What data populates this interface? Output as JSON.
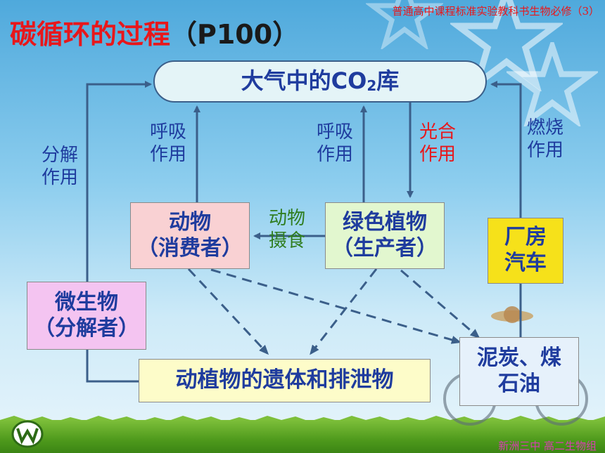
{
  "header": {
    "title": "碳循环的过程",
    "page_ref": "（P100）",
    "source_note": "普通高中课程标准实验教科书生物必修（3）"
  },
  "nodes": {
    "atmosphere": {
      "prefix": "大气中的CO",
      "sub": "2",
      "suffix": "库"
    },
    "animals": {
      "line1": "动物",
      "line2": "（消费者）"
    },
    "plants": {
      "line1": "绿色植物",
      "line2": "（生产者）"
    },
    "factory": {
      "line1": "厂房",
      "line2": "汽车"
    },
    "microbes": {
      "line1": "微生物",
      "line2": "（分解者）"
    },
    "remains": {
      "text": "动植物的遗体和排泄物"
    },
    "fossil": {
      "line1": "泥炭、煤",
      "line2": "石油"
    }
  },
  "edge_labels": {
    "decomposition": {
      "line1": "分解",
      "line2": "作用"
    },
    "animal_respiration": {
      "line1": "呼吸",
      "line2": "作用"
    },
    "plant_respiration": {
      "line1": "呼吸",
      "line2": "作用"
    },
    "photosynthesis": {
      "line1": "光合",
      "line2": "作用"
    },
    "combustion": {
      "line1": "燃烧",
      "line2": "作用"
    },
    "ingestion": {
      "line1": "动物",
      "line2": "摄食"
    }
  },
  "footer": {
    "school": "新洲三中 高二生物组"
  },
  "colors": {
    "title": "#e8171b",
    "label_blue": "#1f3c9e",
    "label_red": "#e8171b",
    "label_green": "#2f7d1f",
    "arrow": "#3b5f8a",
    "atmosphere_fill": "#e4f4f7",
    "animals_fill": "#f9d1d3",
    "plants_fill": "#e2f7cf",
    "factory_fill": "#f6e11a",
    "microbes_fill": "#f4c4f1",
    "remains_fill": "#fdfcc9",
    "fossil_fill": "#e6f1fb"
  },
  "icons": [
    "star-decoration",
    "school-logo-icon"
  ]
}
